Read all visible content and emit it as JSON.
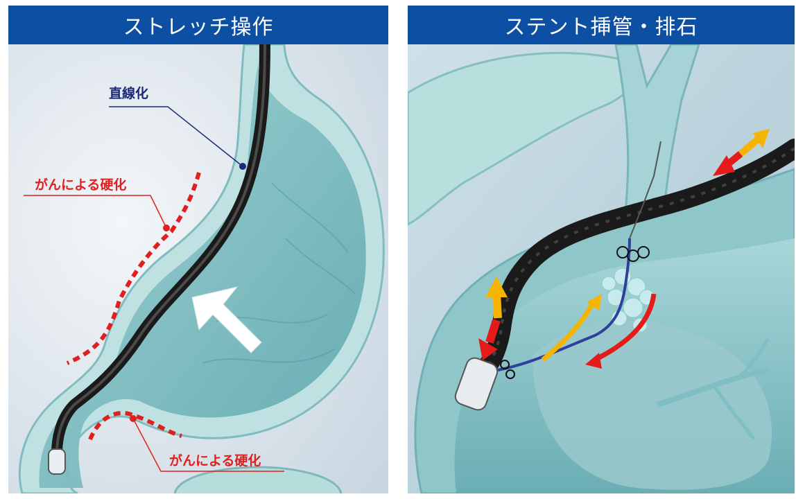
{
  "panels": [
    {
      "title": "ストレッチ操作",
      "labels": {
        "straighten": "直線化",
        "cancer_hardening_upper": "がんによる硬化",
        "cancer_hardening_lower": "がんによる硬化"
      }
    },
    {
      "title": "ステント挿管・排石"
    }
  ],
  "colors": {
    "title_bar": "#0d4fa3",
    "organ": "#8ec6cb",
    "organ_dark": "#4f9aa3",
    "scope": "#2a2a2a",
    "hardening": "#e0201e",
    "arrow_red": "#e31b1b",
    "arrow_yellow": "#f6b400",
    "wire": "#2f3f9c",
    "label_line": "#1b2a78"
  },
  "icons": [
    "stretch-direction-arrow-icon",
    "push-pull-arrow-icon",
    "rotation-arrow-icon"
  ]
}
